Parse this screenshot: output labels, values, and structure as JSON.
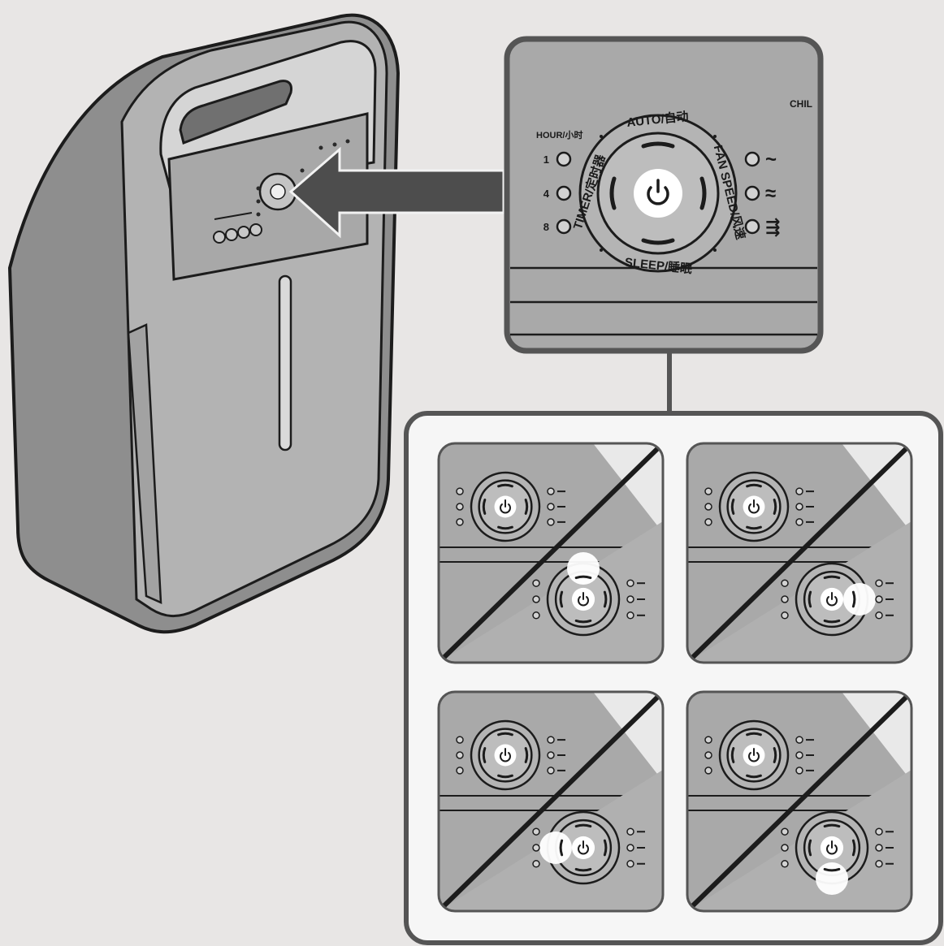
{
  "colors": {
    "background": "#e8e6e5",
    "device_body": "#8e8e8e",
    "device_face": "#b3b3b3",
    "panel_fill": "#a9a9a9",
    "outline": "#1c1c1c",
    "frame_stroke": "#555555",
    "highlight": "#ffffff"
  },
  "icons": [
    "power-icon",
    "fan-low-icon",
    "fan-medium-icon",
    "fan-turbo-icon",
    "indicator-light-icon",
    "arrow-icon"
  ],
  "zoom_panel": {
    "hour_label": "HOUR/小时",
    "timer_options": [
      "1",
      "4",
      "8"
    ],
    "timer_label": "TIMER/定时器",
    "auto_label": "AUTO/自动",
    "fan_speed_label": "FAN SPEED/风速",
    "sleep_label": "SLEEP/睡眠",
    "child_lock_label": "CHIL",
    "fan_symbols": [
      "~",
      "≈",
      "⇶"
    ]
  },
  "mini_panels": [
    {
      "highlight": "auto"
    },
    {
      "highlight": "fan-speed"
    },
    {
      "highlight": "timer"
    },
    {
      "highlight": "sleep"
    }
  ]
}
